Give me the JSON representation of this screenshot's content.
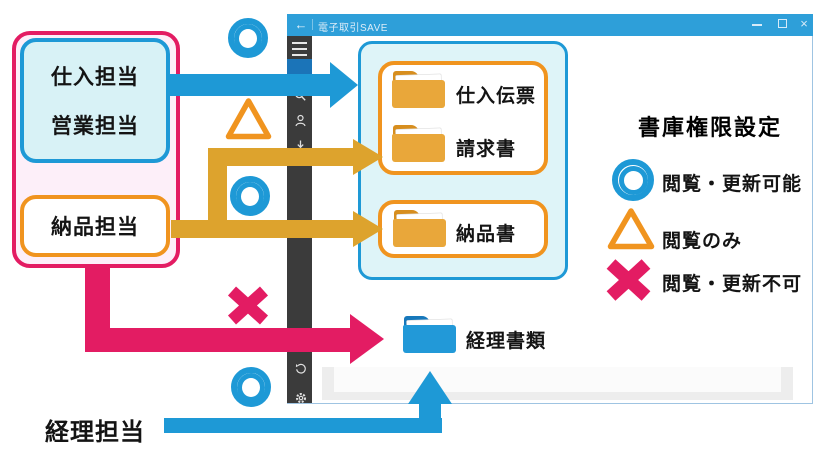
{
  "colors": {
    "accent_blue": "#1e99d6",
    "titlebar_blue": "#2e9fd9",
    "sidebar_gray": "#3b3b3b",
    "arrow_yellow": "#dda32d",
    "border_orange": "#f0941f",
    "crimson_pink": "#e31c63",
    "folder_orange": "#e9a73a",
    "folder_blue": "#2299d8"
  },
  "window": {
    "title": "電子取引SAVE",
    "back_label": "←",
    "close_label": "×",
    "sidebar_icons": [
      "menu-icon",
      "search-icon",
      "user-icon",
      "download-icon",
      "history-icon",
      "gear-icon"
    ]
  },
  "roles": {
    "purchasing": "仕入担当",
    "sales": "営業担当",
    "delivery": "納品担当",
    "accounting": "経理担当"
  },
  "folders": {
    "group1": [
      "仕入伝票",
      "請求書"
    ],
    "group2": [
      "納品書"
    ],
    "accounting": "経理書類"
  },
  "legend": {
    "title": "書庫権限設定",
    "items": [
      {
        "symbol": "double-circle",
        "color": "#1e99d6",
        "label": "閲覧・更新可能"
      },
      {
        "symbol": "triangle",
        "color": "#f0941f",
        "label": "閲覧のみ"
      },
      {
        "symbol": "cross",
        "color": "#e31c63",
        "label": "閲覧・更新不可"
      }
    ]
  }
}
